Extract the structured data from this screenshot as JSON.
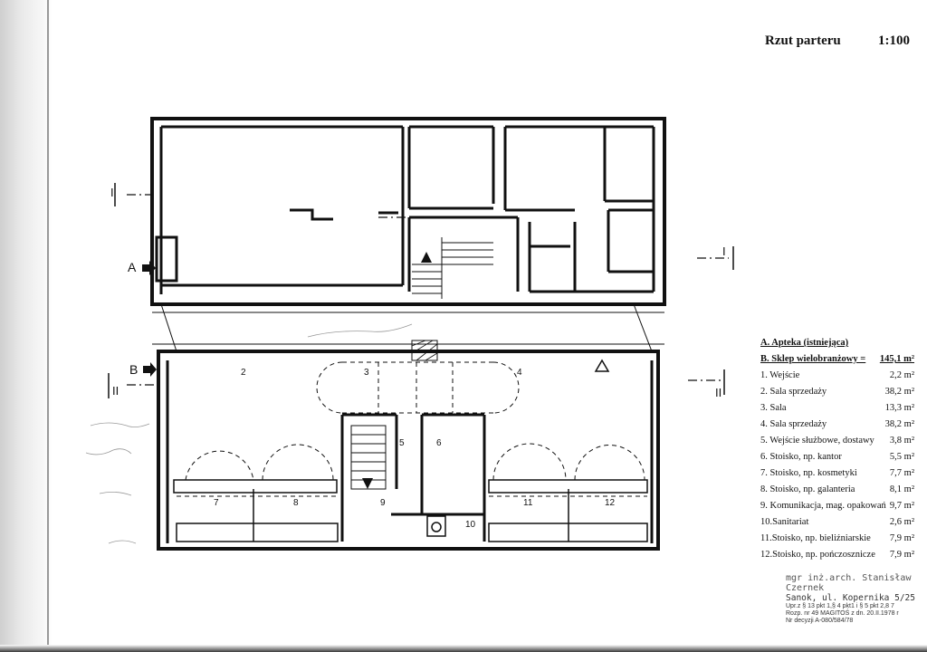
{
  "header": {
    "title": "Rzut parteru",
    "scale": "1:100"
  },
  "markers": {
    "section_1": "I",
    "section_2": "II",
    "entrance_a": "A",
    "entrance_b": "B"
  },
  "rooms": [
    "2",
    "3",
    "4",
    "5",
    "6",
    "7",
    "8",
    "9",
    "10",
    "11",
    "12"
  ],
  "legend": {
    "heading_a": "A. Apteka (istniejąca)",
    "heading_b": {
      "label": "B. Sklep wielobranżowy =",
      "area": "145,1 m²"
    },
    "items": [
      {
        "label": "1. Wejście",
        "area": "2,2 m²"
      },
      {
        "label": "2. Sala sprzedaży",
        "area": "38,2 m²"
      },
      {
        "label": "3. Sala",
        "area": "13,3 m²"
      },
      {
        "label": "4. Sala sprzedaży",
        "area": "38,2 m²"
      },
      {
        "label": "5. Wejście służbowe, dostawy",
        "area": "3,8 m²"
      },
      {
        "label": "6. Stoisko, np. kantor",
        "area": "5,5 m²"
      },
      {
        "label": "7. Stoisko, np. kosmetyki",
        "area": "7,7 m²"
      },
      {
        "label": "8. Stoisko, np. galanteria",
        "area": "8,1 m²"
      },
      {
        "label": "9. Komunikacja, mag. opakowań",
        "area": "9,7 m²"
      },
      {
        "label": "10.Sanitariat",
        "area": "2,6 m²"
      },
      {
        "label": "11.Stoisko, np. bieliźniarskie",
        "area": "7,9 m²"
      },
      {
        "label": "12.Stoisko, np. pończosznicze",
        "area": "7,9 m²"
      }
    ]
  },
  "stamp": {
    "line1": "mgr inż.arch. Stanisław Czernek",
    "line2": "Sanok, ul. Kopernika 5/25",
    "line3": "Upr.z § 13 pkt 1,§ 4 pkt1 i § 5 pkt 2,8 7",
    "line4": "Rozp. nr 49 MAGITOŚ z dn. 20.II.1978 r",
    "line5": "Nr decyzji A-080/584/78"
  }
}
